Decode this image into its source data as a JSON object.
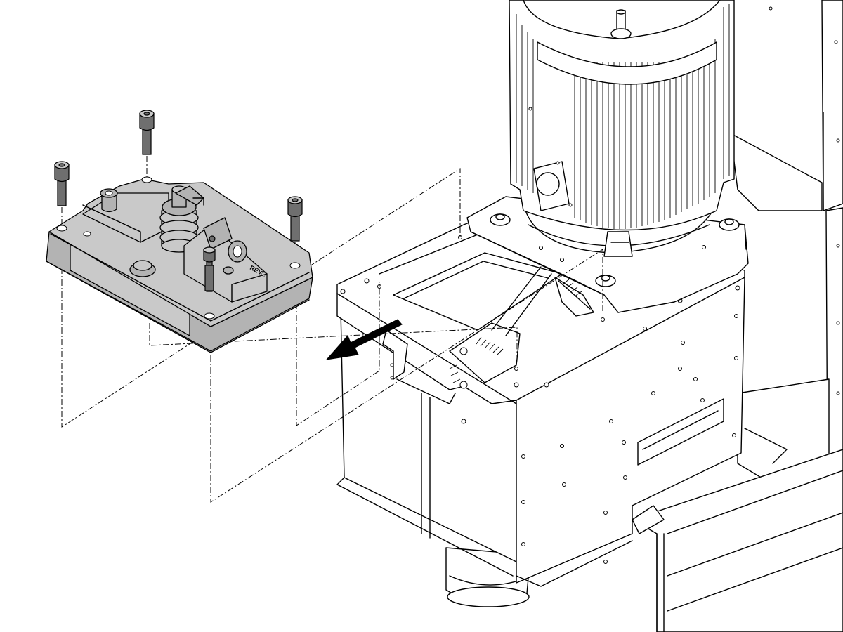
{
  "drawing": {
    "cover_label": "REV□",
    "removal_direction": "arrow-left-down"
  },
  "parts": {
    "cover": "cover-assembly",
    "screws": [
      "screw-1",
      "screw-2",
      "screw-3",
      "screw-4"
    ],
    "motor": "spindle-motor",
    "housing": "gearbox-housing"
  }
}
